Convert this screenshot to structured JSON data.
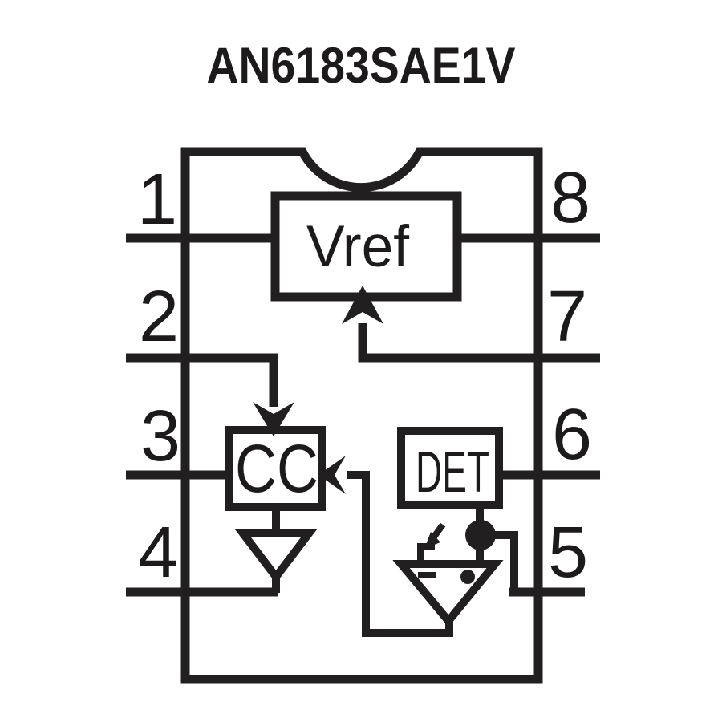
{
  "title": "AN6183SAE1V",
  "blocks": {
    "vref": {
      "label": "Vref"
    },
    "cc": {
      "label": "CC"
    },
    "det": {
      "label": "DET"
    }
  },
  "pins": {
    "p1": "1",
    "p2": "2",
    "p3": "3",
    "p4": "4",
    "p5": "5",
    "p6": "6",
    "p7": "7",
    "p8": "8"
  }
}
